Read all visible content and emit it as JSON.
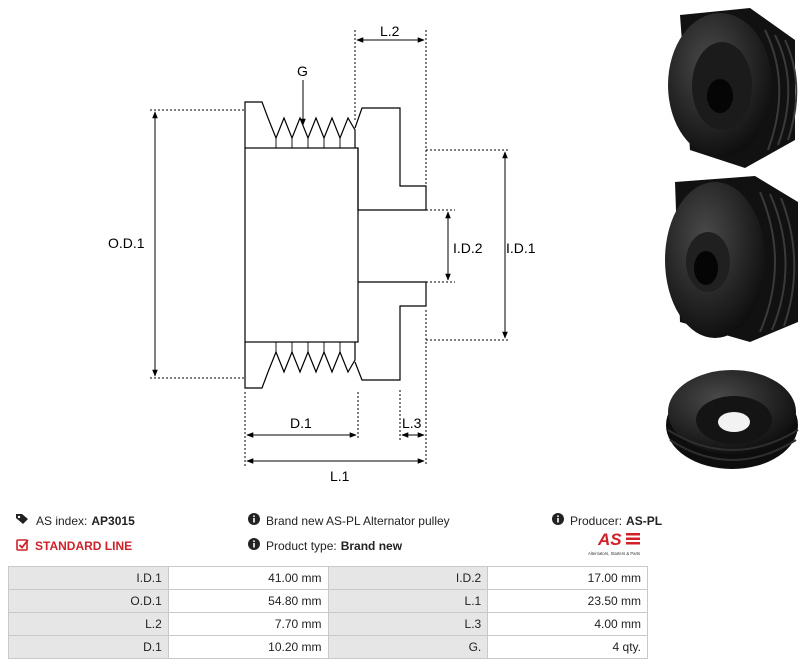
{
  "drawing": {
    "labels": {
      "g": "G",
      "l2": "L.2",
      "od1": "O.D.1",
      "id2": "I.D.2",
      "id1": "I.D.1",
      "d1": "D.1",
      "l3": "L.3",
      "l1": "L.1"
    }
  },
  "photos": {
    "icons": [
      "pulley-front-photo",
      "pulley-angled-photo",
      "pulley-back-photo"
    ]
  },
  "info": {
    "as_index_label": "AS index:",
    "as_index_value": "AP3015",
    "standard_line": "STANDARD LINE",
    "description": "Brand new AS-PL Alternator pulley",
    "product_type_label": "Product type:",
    "product_type_value": "Brand new",
    "producer_label": "Producer:",
    "producer_value": "AS-PL",
    "logo_text": "AS",
    "logo_sub": "Alternators, Starters & Parts"
  },
  "colors": {
    "accent_red": "#d0202a",
    "key_cell_bg": "#e6e6e6",
    "photo_black": "#141414"
  },
  "specs": [
    {
      "k1": "I.D.1",
      "v1": "41.00 mm",
      "k2": "I.D.2",
      "v2": "17.00 mm"
    },
    {
      "k1": "O.D.1",
      "v1": "54.80 mm",
      "k2": "L.1",
      "v2": "23.50 mm"
    },
    {
      "k1": "L.2",
      "v1": "7.70 mm",
      "k2": "L.3",
      "v2": "4.00 mm"
    },
    {
      "k1": "D.1",
      "v1": "10.20 mm",
      "k2": "G.",
      "v2": "4 qty."
    }
  ]
}
